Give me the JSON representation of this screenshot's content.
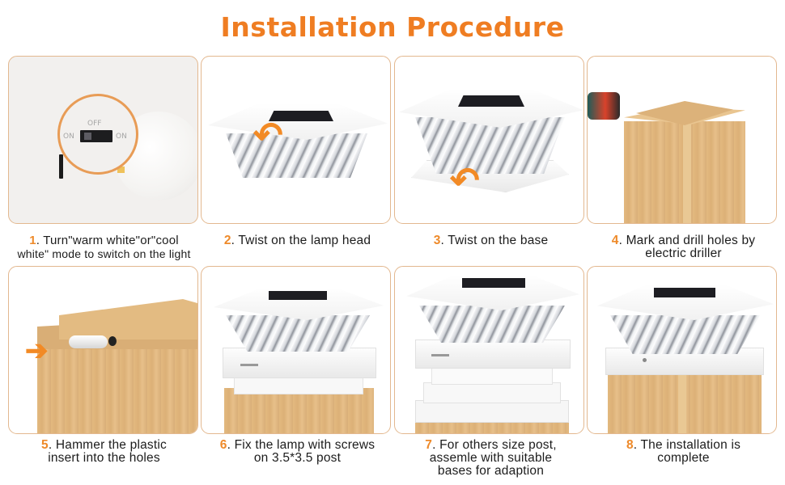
{
  "title": "Installation Procedure",
  "colors": {
    "accent": "#ef7d22",
    "panel_border": "#e3b88f",
    "step_number": "#ee8a2a",
    "text": "#1c1c1c"
  },
  "steps": [
    {
      "number": "1",
      "text_line1": ". Turn\"warm white\"or\"cool",
      "text_line2": "white\" mode to switch on the light",
      "illustration": "switch-closeup",
      "switch_labels": {
        "left": "ON",
        "top": "OFF",
        "right": "ON"
      }
    },
    {
      "number": "2",
      "text_line1": ". Twist on the lamp head",
      "illustration": "lamp-head-twist-arrow"
    },
    {
      "number": "3",
      "text_line1": ". Twist on the base",
      "illustration": "base-twist-arrow"
    },
    {
      "number": "4",
      "text_line1": ". Mark and drill holes by",
      "text_line2": "electric driller",
      "illustration": "drill-wood-post"
    },
    {
      "number": "5",
      "text_line1": ". Hammer the plastic",
      "text_line2": "insert into the holes",
      "illustration": "plastic-anchor-insert"
    },
    {
      "number": "6",
      "text_line1": ". Fix the lamp with screws",
      "text_line2": "on 3.5*3.5 post",
      "illustration": "lamp-screw-on-post"
    },
    {
      "number": "7",
      "text_line1": ". For others size post,",
      "text_line2": "assemle with suitable",
      "text_line3": "bases for adaption",
      "illustration": "stacked-adapter-bases"
    },
    {
      "number": "8",
      "text_line1": ". The installation is",
      "text_line2": "complete",
      "illustration": "installed-lamp-on-post"
    }
  ]
}
